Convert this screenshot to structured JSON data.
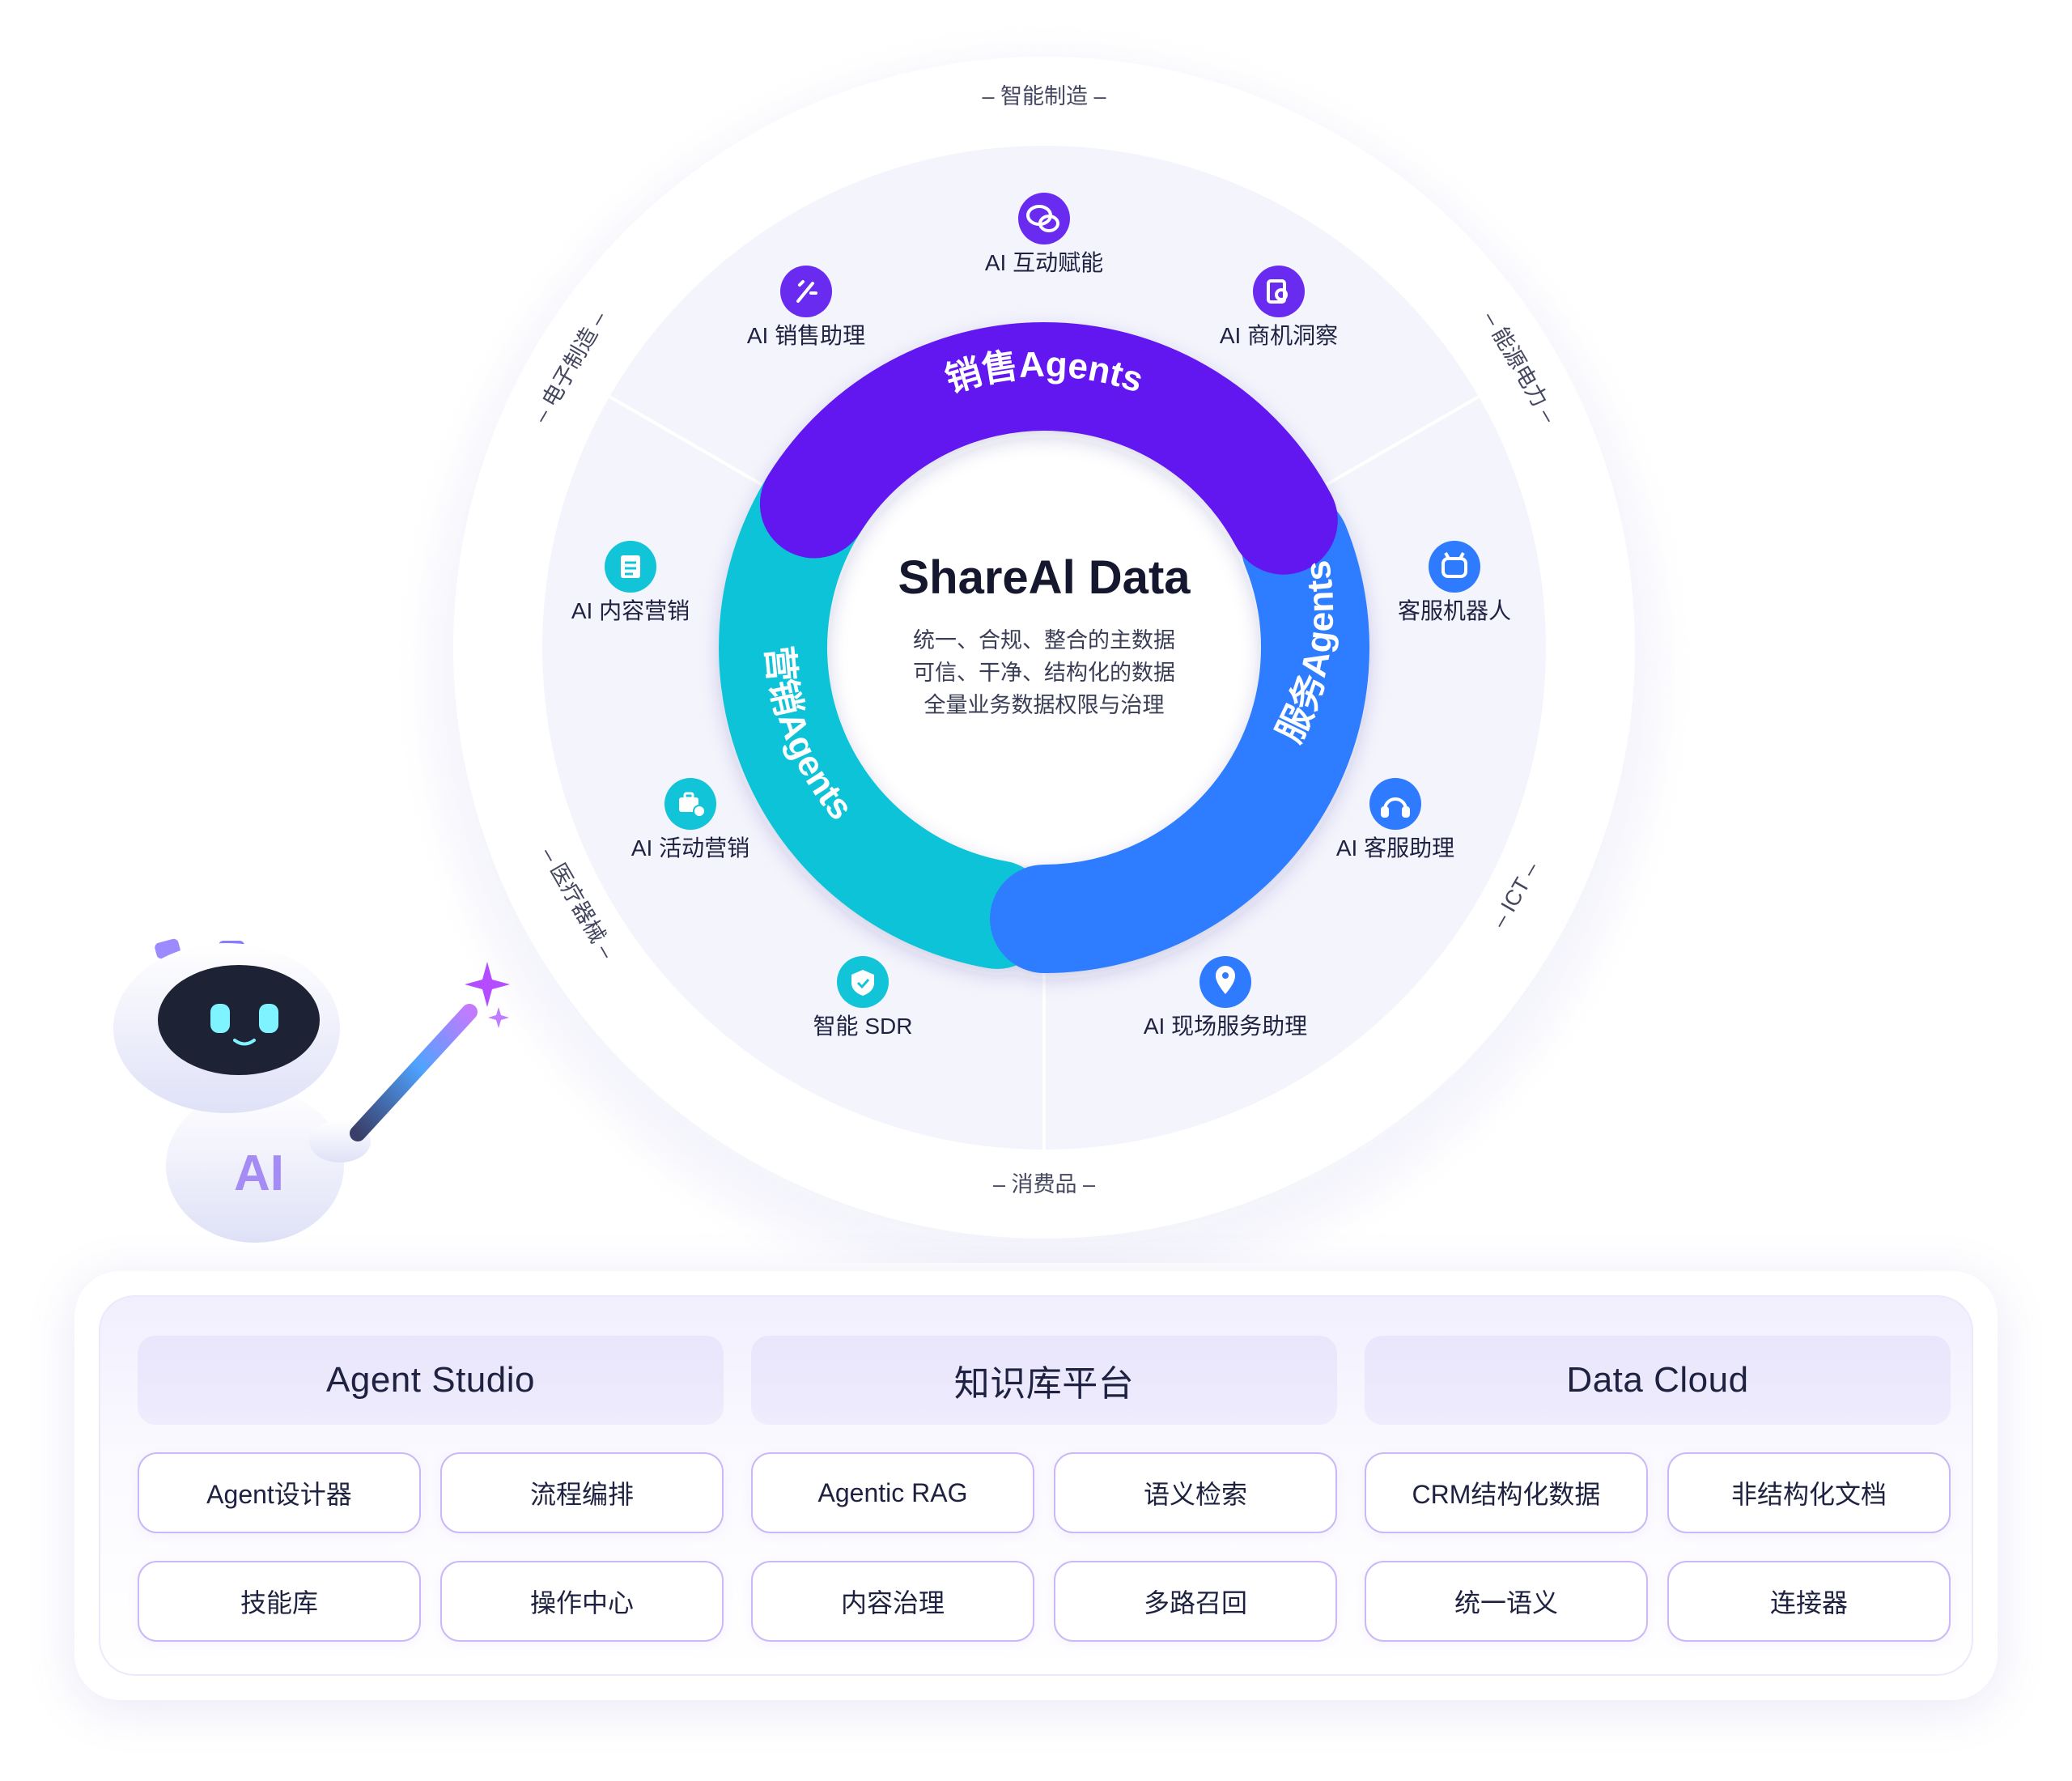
{
  "center": {
    "title": "ShareAl Data",
    "lines": [
      "统一、合规、整合的主数据",
      "可信、干净、结构化的数据",
      "全量业务数据权限与治理"
    ]
  },
  "rings": {
    "sales": "销售Agents",
    "service": "服务Agents",
    "marketing": "营销Agents"
  },
  "industries": {
    "top": "– 智能制造 –",
    "upper_right": "– 能源电力 –",
    "lower_right": "– ICT –",
    "bottom": "– 消费品 –",
    "lower_left": "– 医疗器械 –",
    "upper_left": "– 电子制造 –"
  },
  "agents": [
    {
      "label": "AI 互动赋能",
      "icon": "chat-bubble-icon",
      "color": "#6a2bf0"
    },
    {
      "label": "AI 销售助理",
      "icon": "magic-wand-icon",
      "color": "#6a2bf0"
    },
    {
      "label": "AI 商机洞察",
      "icon": "insight-icon",
      "color": "#6a2bf0"
    },
    {
      "label": "客服机器人",
      "icon": "robot-face-icon",
      "color": "#2f7bff"
    },
    {
      "label": "AI 客服助理",
      "icon": "headset-icon",
      "color": "#2f7bff"
    },
    {
      "label": "AI 现场服务助理",
      "icon": "location-pin-icon",
      "color": "#2f7bff"
    },
    {
      "label": "智能 SDR",
      "icon": "shield-check-icon",
      "color": "#12c4d8"
    },
    {
      "label": "AI 活动营销",
      "icon": "briefcase-check-icon",
      "color": "#12c4d8"
    },
    {
      "label": "AI 内容营销",
      "icon": "document-icon",
      "color": "#12c4d8"
    }
  ],
  "colors": {
    "sales": "#6219f0",
    "service": "#2f7bff",
    "marketing": "#0dc3d8"
  },
  "robot": {
    "badge": "AI"
  },
  "platform": {
    "columns": [
      {
        "title": "Agent Studio",
        "items": [
          "Agent设计器",
          "流程编排",
          "技能库",
          "操作中心"
        ]
      },
      {
        "title": "知识库平台",
        "items": [
          "Agentic RAG",
          "语义检索",
          "内容治理",
          "多路召回"
        ]
      },
      {
        "title": "Data Cloud",
        "items": [
          "CRM结构化数据",
          "非结构化文档",
          "统一语义",
          "连接器"
        ]
      }
    ]
  }
}
